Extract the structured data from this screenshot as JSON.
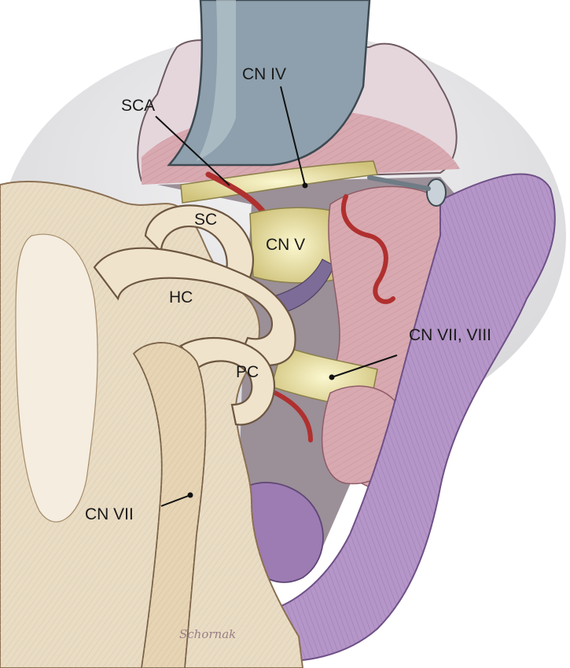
{
  "illustration": {
    "labels": {
      "cn_iv": "CN IV",
      "sca": "SCA",
      "sc": "SC",
      "cn_v": "CN V",
      "hc": "HC",
      "cn_vii_viii": "CN VII, VIII",
      "pc": "PC",
      "cn_vii": "CN VII"
    },
    "signature": "Schornak",
    "colors": {
      "retractor": "#8ea0ad",
      "bone": "#e9dcc4",
      "nerve": "#e6dfa0",
      "artery": "#b0302f",
      "cerebellum": "#d8a9b0",
      "dura": "#b596c8",
      "background": "#e3e3e5"
    }
  }
}
